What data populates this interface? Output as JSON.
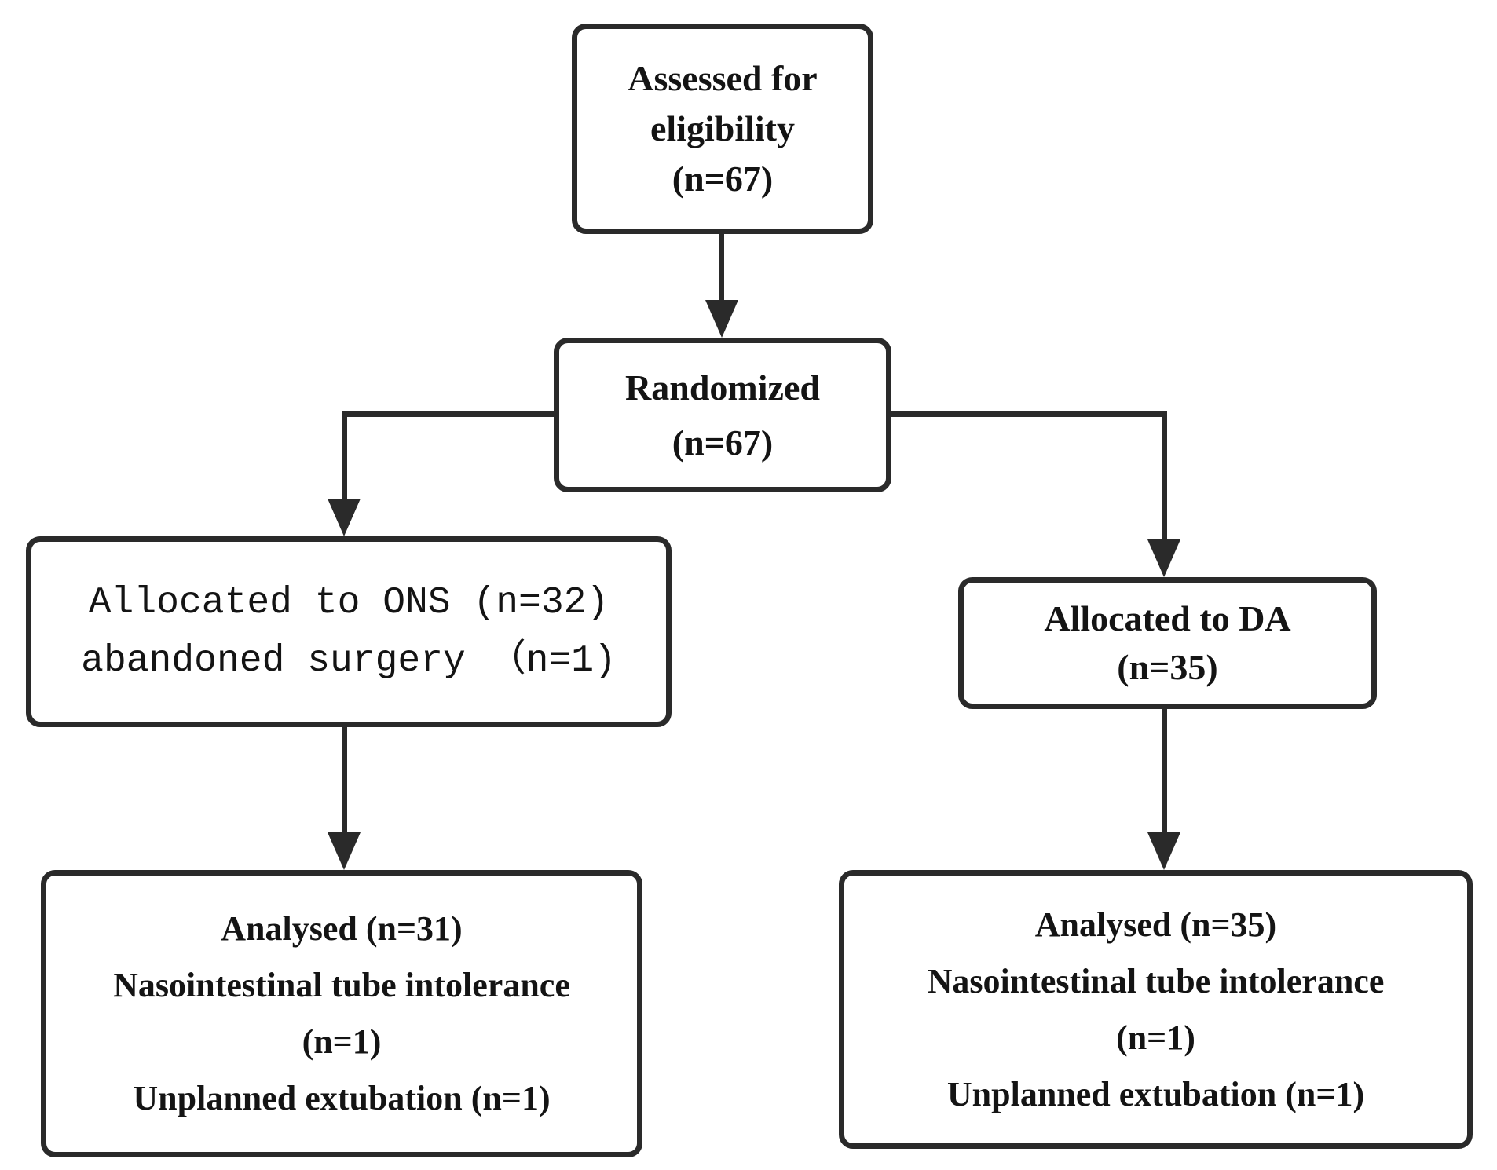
{
  "flowchart": {
    "nodes": {
      "assessed": {
        "lines": [
          "Assessed for",
          "eligibility",
          "(n=67)"
        ]
      },
      "randomized": {
        "lines": [
          "Randomized",
          "(n=67)"
        ]
      },
      "allocated_ons": {
        "lines": [
          "Allocated to ONS (n=32)",
          "abandoned surgery （n=1)"
        ]
      },
      "allocated_da": {
        "lines": [
          "Allocated to DA",
          "(n=35)"
        ]
      },
      "analysed_ons": {
        "lines": [
          "Analysed (n=31)",
          "Nasointestinal tube intolerance",
          "(n=1)",
          "Unplanned extubation (n=1)"
        ]
      },
      "analysed_da": {
        "lines": [
          "Analysed (n=35)",
          "Nasointestinal tube intolerance",
          "(n=1)",
          "Unplanned extubation (n=1)"
        ]
      }
    },
    "colors": {
      "stroke": "#2a2a2a",
      "text": "#141414",
      "background": "#ffffff"
    }
  }
}
